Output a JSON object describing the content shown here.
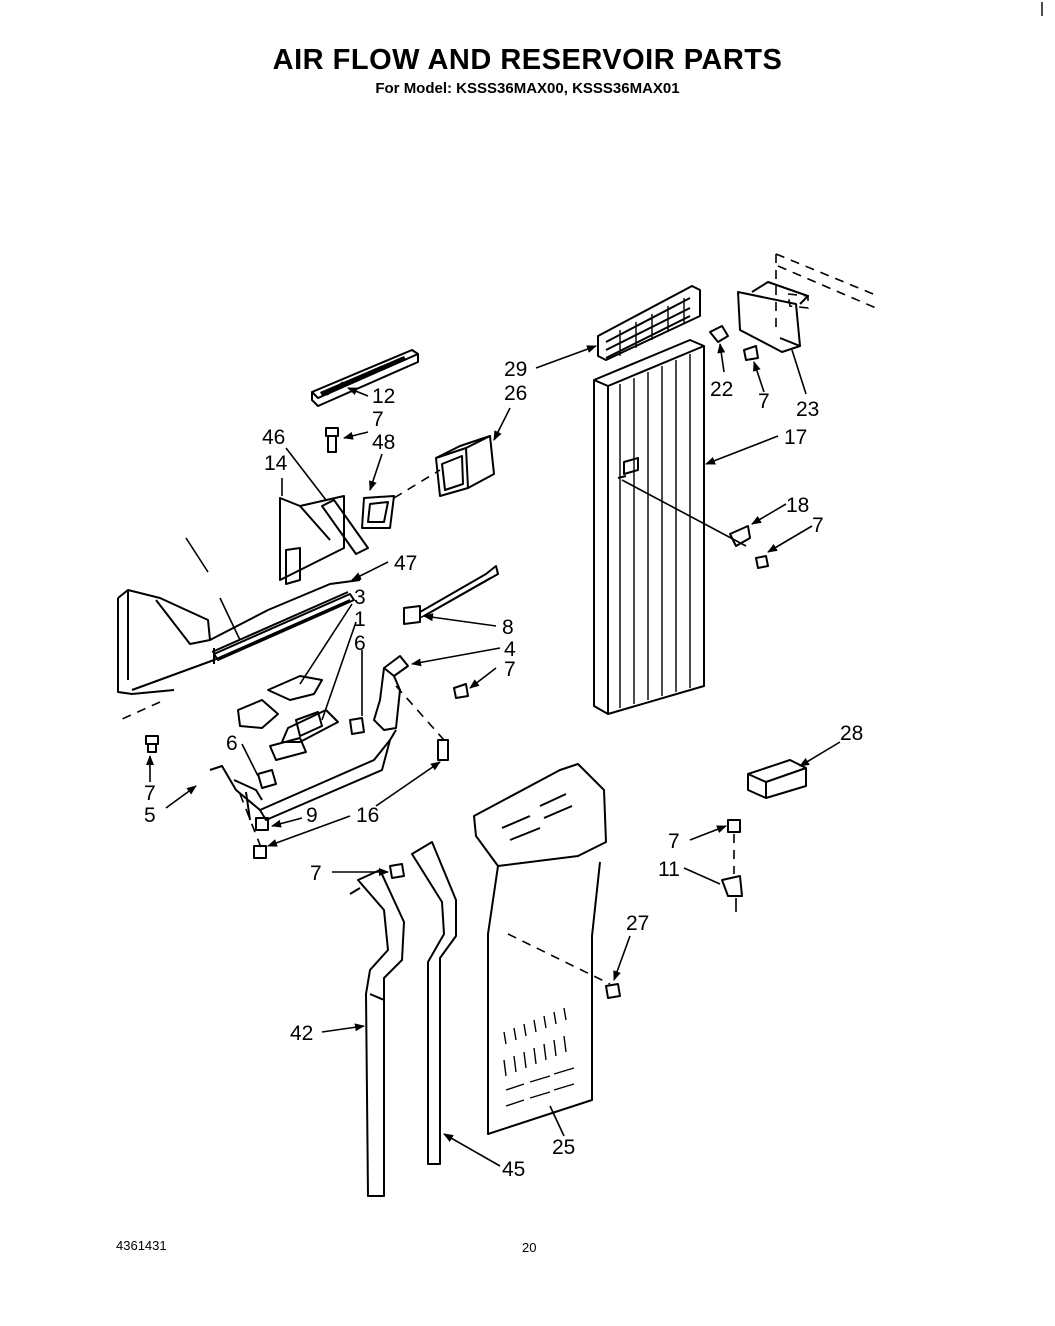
{
  "title": "AIR FLOW AND RESERVOIR PARTS",
  "subtitle": "For Model: KSSS36MAX00, KSSS36MAX01",
  "doc_number": "4361431",
  "page_number": "20",
  "callouts": [
    {
      "id": "c1",
      "text": "12"
    },
    {
      "id": "c2",
      "text": "7"
    },
    {
      "id": "c3",
      "text": "46"
    },
    {
      "id": "c4",
      "text": "14"
    },
    {
      "id": "c5",
      "text": "48"
    },
    {
      "id": "c6",
      "text": "29"
    },
    {
      "id": "c7",
      "text": "26"
    },
    {
      "id": "c8",
      "text": "22"
    },
    {
      "id": "c9",
      "text": "7"
    },
    {
      "id": "c10",
      "text": "23"
    },
    {
      "id": "c11",
      "text": "17"
    },
    {
      "id": "c12",
      "text": "18"
    },
    {
      "id": "c13",
      "text": "7"
    },
    {
      "id": "c14",
      "text": "47"
    },
    {
      "id": "c15",
      "text": "3"
    },
    {
      "id": "c16",
      "text": "1"
    },
    {
      "id": "c17",
      "text": "6"
    },
    {
      "id": "c18",
      "text": "8"
    },
    {
      "id": "c19",
      "text": "4"
    },
    {
      "id": "c20",
      "text": "7"
    },
    {
      "id": "c21",
      "text": "6"
    },
    {
      "id": "c22",
      "text": "7"
    },
    {
      "id": "c23",
      "text": "5"
    },
    {
      "id": "c24",
      "text": "9"
    },
    {
      "id": "c25",
      "text": "16"
    },
    {
      "id": "c26",
      "text": "28"
    },
    {
      "id": "c27",
      "text": "7"
    },
    {
      "id": "c28",
      "text": "11"
    },
    {
      "id": "c29",
      "text": "7"
    },
    {
      "id": "c30",
      "text": "27"
    },
    {
      "id": "c31",
      "text": "42"
    },
    {
      "id": "c32",
      "text": "25"
    },
    {
      "id": "c33",
      "text": "45"
    }
  ]
}
